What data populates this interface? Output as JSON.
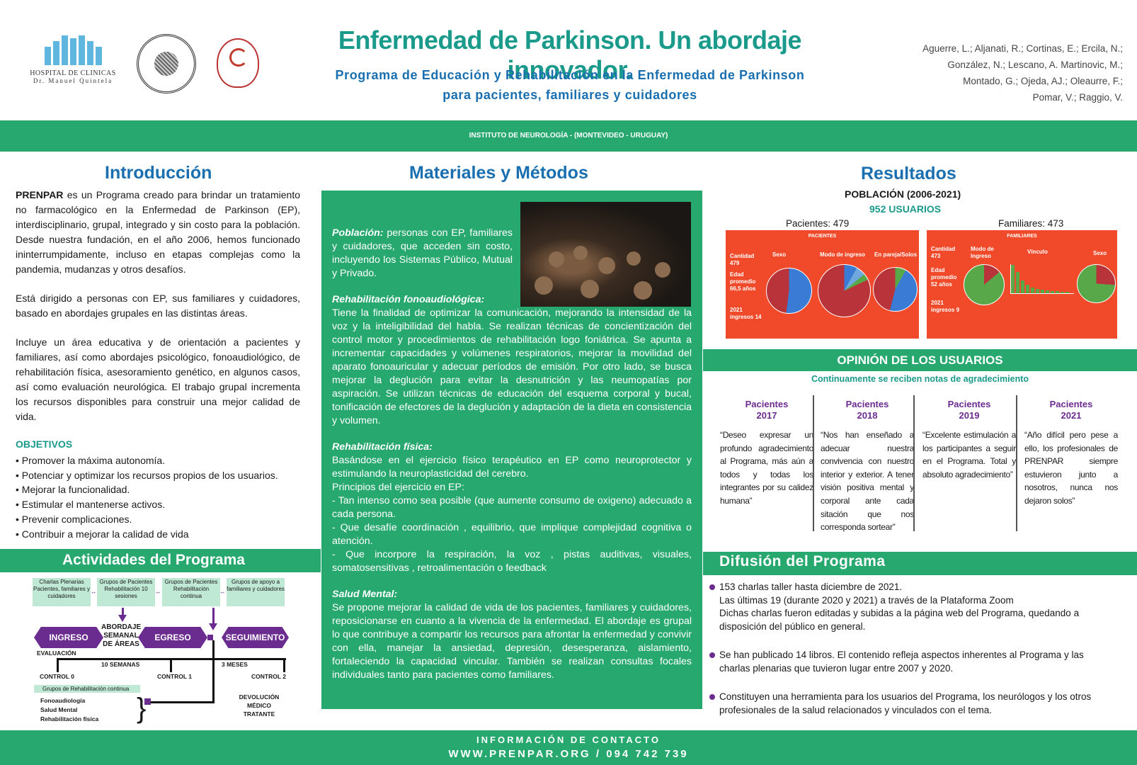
{
  "header": {
    "logo_hospital_line1": "HOSPITAL DE CLINICAS",
    "logo_hospital_line2": "Dr. Manuel Quintela",
    "title": "Enfermedad de Parkinson. Un abordaje innovador.",
    "subtitle_line1": "Programa de Educación y Rehabilitación en la Enfermedad de Parkinson",
    "subtitle_line2": "para pacientes, familiares y cuidadores",
    "authors": [
      "Aguerre, L.; Aljanati, R.; Cortinas, E.; Ercila, N.;",
      "González, N.; Lescano, A. Martinovic, M.;",
      "Montado, G.; Ojeda, AJ.; Oleaurre, F.;",
      "Pomar, V.; Raggio, V."
    ],
    "institute": "INSTITUTO DE NEUROLOGÍA - (MONTEVIDEO - URUGUAY)"
  },
  "intro": {
    "title": "Introducción",
    "p1_bold": "PRENPAR",
    "p1": " es un Programa creado para brindar un tratamiento no farmacológico en la Enfermedad de Parkinson (EP), interdisciplinario, grupal, integrado y sin costo para la población. Desde nuestra fundación, en el año 2006, hemos funcionado ininterrumpidamente, incluso en etapas complejas como la pandemia, mudanzas y otros desafíos.",
    "p2": "Está dirigido a personas con EP, sus familiares y cuidadores, basado en abordajes grupales en las distintas áreas.",
    "p3": "Incluye un área educativa y de orientación a pacientes y familiares, así como abordajes psicológico, fonoaudiológico, de rehabilitación física, asesoramiento genético, en algunos casos, así como evaluación neurológica. El trabajo grupal incrementa los recursos disponibles para construir una mejor calidad de vida.",
    "objectives_title": "OBJETIVOS",
    "objectives": [
      "• Promover la máxima autonomía.",
      "• Potenciar y optimizar los recursos propios de los usuarios.",
      "• Mejorar la funcionalidad.",
      "• Estimular el mantenerse activos.",
      "• Prevenir complicaciones.",
      "• Contribuir a mejorar la calidad de vida"
    ]
  },
  "activities": {
    "title": "Actividades del Programa",
    "boxes": [
      "Charlas Plenarias Pacientes, familiares y cuidadores",
      "Grupos de Pacientes Rehabilitación 10 sesiones",
      "Grupos de Pacientes Rehabilitación continua",
      "Grupos de apoyo a familiares y cuidadores"
    ],
    "stages": [
      "INGRESO",
      "EGRESO",
      "SEGUIMIENTO"
    ],
    "abordaje": "ABORDAJE SEMANAL DE ÁREAS",
    "evaluacion": "EVALUACIÓN",
    "semanas": "10 SEMANAS",
    "meses": "3 MESES",
    "controls": [
      "CONTROL 0",
      "CONTROL 1",
      "CONTROL 2"
    ],
    "continua_label": "Grupos de Rehabilitación continua",
    "continua_items": [
      "Fonoaudiología",
      "Salud Mental",
      "Rehabilitación física"
    ],
    "devolucion": "DEVOLUCIÓN MÉDICO TRATANTE"
  },
  "methods": {
    "title": "Materiales y Métodos",
    "poblacion_h": "Población:",
    "poblacion": " personas con EP, familiares y cuidadores, que acceden sin costo, incluyendo los Sistemas Público, Mutual y Privado.",
    "fono_h": "Rehabilitación fonoaudiológica:",
    "fono": "Tiene la finalidad de optimizar la comunicación, mejorando la intensidad de la voz y la inteligibilidad del habla. Se realizan técnicas de concientización del control motor y procedimientos de rehabilitación logo foniátrica. Se apunta a incrementar capacidades y volúmenes respiratorios, mejorar la movilidad del aparato fonoauricular y adecuar períodos de emisión. Por otro lado, se busca mejorar la deglución para evitar la desnutrición y las neumopatías por aspiración. Se utilizan técnicas de educación del esquema corporal y bucal, tonificación de efectores de la deglución y adaptación de la dieta en consistencia y volumen.",
    "fisica_h": "Rehabilitación física:",
    "fisica": "Basándose en el ejercicio físico terapéutico en EP como neuroprotector y estimulando la neuroplasticidad del cerebro.",
    "principios": "Principios del ejercicio en EP:",
    "p_items": [
      "- Tan intenso como sea posible (que aumente consumo de oxigeno) adecuado a cada persona.",
      "- Que desafíe coordinación , equilibrio, que implique complejidad cognitiva o atención.",
      "- Que incorpore la respiración, la voz , pistas auditivas, visuales, somatosensitivas , retroalimentación o feedback"
    ],
    "mental_h": "Salud Mental:",
    "mental": "Se propone mejorar la calidad de vida de los pacientes, familiares y cuidadores, reposicionarse en cuanto a la vivencia de la enfermedad. El abordaje es grupal lo que contribuye a compartir los recursos para afrontar la enfermedad y convivir con ella, manejar la ansiedad, depresión, desesperanza, aislamiento, fortaleciendo la capacidad vincular. También se realizan consultas focales individuales tanto para pacientes como familiares."
  },
  "results": {
    "title": "Resultados",
    "population": "POBLACIÓN (2006-2021)",
    "users": "952 USUARIOS",
    "pacientes_label": "Pacientes: 479",
    "familiares_label": "Familiares: 473",
    "panel_p": {
      "title": "PACIENTES",
      "cantidad": "Cantidad 479",
      "edad": "Edad promedio 66,5 años",
      "ingresos": "2021 ingresos 14",
      "sexo": "Sexo",
      "modo": "Modo de ingreso",
      "pareja": "En pareja/Solos"
    },
    "panel_f": {
      "title": "FAMILIARES",
      "cantidad": "Cantidad 473",
      "edad": "Edad promedio 52 años",
      "ingresos": "2021 ingresos 9",
      "modo": "Modo de Ingreso",
      "vinculo": "Vínculo",
      "sexo": "Sexo"
    },
    "colors": {
      "panel": "#f04a2a",
      "pie_blue": "#3a7bd5",
      "pie_red": "#b8343a",
      "pie_green": "#58a84a"
    }
  },
  "opinion": {
    "title": "OPINIÓN DE LOS USUARIOS",
    "subtitle": "Continuamente se reciben notas de agradecimiento",
    "items": [
      {
        "label": "Pacientes",
        "year": "2017",
        "quote": "“Deseo expresar un profundo agradecimiento al Programa, más aún a todos y todas los integrantes por su calidez humana”"
      },
      {
        "label": "Pacientes",
        "year": "2018",
        "quote": "“Nos han enseñado a adecuar nuestra convivencia con nuestro interior y exterior. A tener visión positiva mental y corporal ante cada sitación que nos corresponda sortear”"
      },
      {
        "label": "Pacientes",
        "year": "2019",
        "quote": "“Excelente estimulación a los participantes a seguir en el Programa. Total y absoluto agradecimiento”"
      },
      {
        "label": "Pacientes",
        "year": "2021",
        "quote": "“Año difícil pero pese a ello, los profesionales de PRENPAR siempre estuvieron junto a nosotros, nunca nos dejaron solos”"
      }
    ]
  },
  "difusion": {
    "title": "Difusión del Programa",
    "items": [
      "153 charlas taller hasta diciembre de 2021.",
      "Las últimas 19 (durante 2020 y 2021) a través de la Plataforma Zoom",
      "Dichas charlas fueron editadas y subidas a la página web del Programa, quedando a disposición del público en general.",
      "Se han publicado 14 libros. El contenido refleja aspectos inherentes al Programa y las charlas plenarias que tuvieron lugar entre 2007 y 2020.",
      "Constituyen una herramienta para los usuarios del Programa, los neurólogos y los otros profesionales de la salud relacionados y vinculados con el tema."
    ]
  },
  "contact": {
    "label": "INFORMACIÓN DE CONTACTO",
    "web": "WWW.PRENPAR.ORG / 094 742 739"
  }
}
